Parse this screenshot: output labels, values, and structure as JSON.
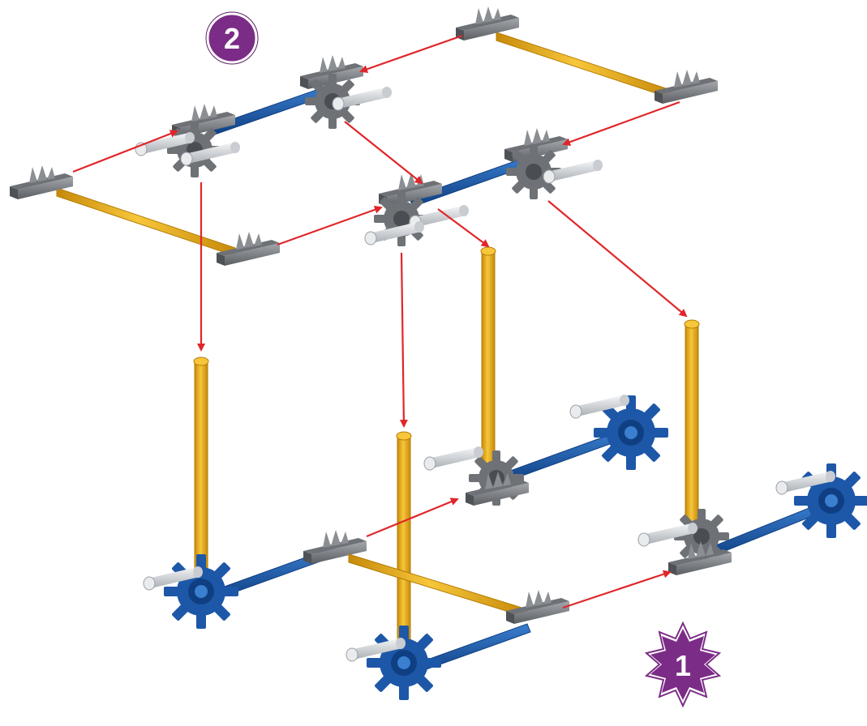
{
  "diagram": {
    "kind": "assembly-instruction",
    "steps": [
      {
        "number": "2",
        "badge": "circle",
        "color": "#7b2c86",
        "border": "#ffffff"
      },
      {
        "number": "1",
        "badge": "starburst",
        "color": "#7b2c86",
        "border": "#ffffff"
      }
    ],
    "colors": {
      "yellow_rod": "#f2b51c",
      "yellow_rod_dark": "#c68a0a",
      "blue_rod": "#1e5fb3",
      "blue_rod_dark": "#0f3f82",
      "grey_connector": "#7a7d82",
      "grey_connector_dark": "#55585c",
      "blue_connector": "#1d57a8",
      "peg": "#dcdfe2",
      "arrow": "#e0262a",
      "background": "#ffffff"
    },
    "icons": [
      "grey-connector-icon",
      "blue-snowflake-connector-icon",
      "yellow-rod-icon",
      "blue-rod-icon",
      "white-peg-icon",
      "red-arrow-icon"
    ]
  }
}
